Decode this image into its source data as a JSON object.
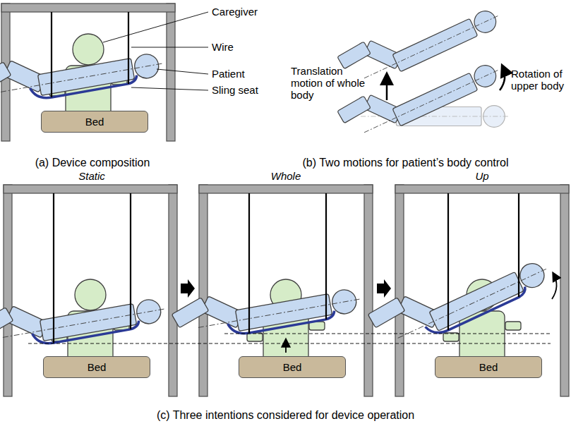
{
  "diagram": {
    "nodes": [
      {
        "text": [
          "Bed"
        ]
      },
      {
        "text": [
          "Bed"
        ]
      },
      {
        "text": [
          "Bed"
        ]
      },
      {
        "text": [
          "Bed"
        ]
      }
    ],
    "labels": [
      "Caregiver",
      "Wire",
      "Patient",
      "Sling seat",
      "Translation motion of whole body",
      "Rotation of upper body",
      "(a) Device composition",
      "(b) Two motions for patient’s body control",
      "(c) Three intentions considered for device operation",
      "Static",
      "Whole",
      "Up"
    ]
  }
}
